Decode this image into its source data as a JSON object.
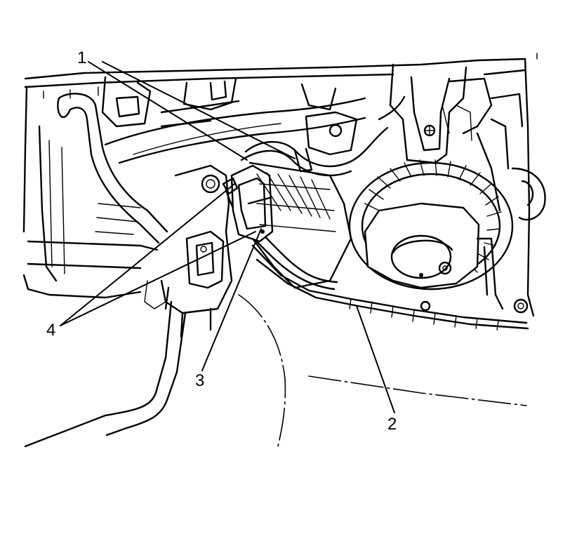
{
  "callouts": [
    {
      "id": "callout-1",
      "text": "1"
    },
    {
      "id": "callout-2",
      "text": "2"
    },
    {
      "id": "callout-3",
      "text": "3"
    },
    {
      "id": "callout-4",
      "text": "4"
    }
  ]
}
